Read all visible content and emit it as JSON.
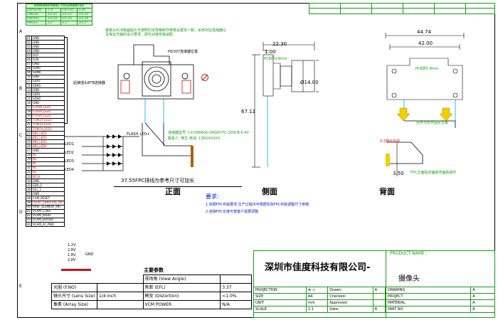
{
  "tolerance": {
    "title": "DIMENSIONAL TOLERANCES",
    "header": [
      "DIVISION",
      "< 6",
      ">6<30",
      ">30"
    ],
    "rows": [
      [
        "LINEAR",
        "±0.05",
        "±0.10",
        "±0.20"
      ],
      [
        "RADIUS",
        "±0.10",
        "±0.20",
        "±0.30"
      ],
      [
        "ANGLE",
        "±2°",
        "±1°",
        "±0.5°"
      ]
    ]
  },
  "pins": [
    {
      "no": "01",
      "name": "GND"
    },
    {
      "no": "02",
      "name": "GND"
    },
    {
      "no": "03",
      "name": "GND"
    },
    {
      "no": "04",
      "name": "GND"
    },
    {
      "no": "05",
      "name": "SCP"
    },
    {
      "no": "06",
      "name": "SCN"
    },
    {
      "no": "07",
      "name": "GND"
    },
    {
      "no": "08",
      "name": "SDP0"
    },
    {
      "no": "09",
      "name": "SDN0"
    },
    {
      "no": "10",
      "name": "GND"
    },
    {
      "no": "11",
      "name": "SDP1"
    },
    {
      "no": "12",
      "name": "SDN1"
    },
    {
      "no": "13",
      "name": "GND"
    },
    {
      "no": "14",
      "name": "SDP2"
    },
    {
      "no": "15",
      "name": "SDN2"
    },
    {
      "no": "16",
      "name": "GND"
    },
    {
      "no": "17",
      "name": "FLASH_LED1"
    },
    {
      "no": "18",
      "name": "FLASH_LED2"
    },
    {
      "no": "19",
      "name": "FLASH_LED3"
    },
    {
      "no": "20",
      "name": "TORCH_LED1"
    },
    {
      "no": "21",
      "name": "TORCH_LED2"
    },
    {
      "no": "22",
      "name": "TORCH_LED3"
    },
    {
      "no": "23",
      "name": "IND_LED1"
    },
    {
      "no": "24",
      "name": "IND_LED2"
    },
    {
      "no": "25",
      "name": "IND_LED3"
    },
    {
      "no": "26",
      "name": "IND_LED4"
    },
    {
      "no": "27",
      "name": "GND"
    },
    {
      "no": "28",
      "name": "NC"
    },
    {
      "no": "29",
      "name": "NC"
    },
    {
      "no": "30",
      "name": "NC"
    },
    {
      "no": "31",
      "name": "NC"
    },
    {
      "no": "32",
      "name": "NC"
    },
    {
      "no": "33",
      "name": "NCLK"
    },
    {
      "no": "34",
      "name": "GND"
    },
    {
      "no": "35",
      "name": "SDA_1"
    },
    {
      "no": "36",
      "name": "SCL_1"
    },
    {
      "no": "37",
      "name": "GND"
    },
    {
      "no": "38",
      "name": "CAM_RESET"
    },
    {
      "no": "39",
      "name": "LIGHT_SENSITIVE_INT"
    },
    {
      "no": "40",
      "name": "VREF_ELEMENT_INT"
    },
    {
      "no": "41",
      "name": "VCAM_CORE"
    },
    {
      "no": "42",
      "name": "VCAM_AVDD"
    },
    {
      "no": "43",
      "name": "VCAM_DOVDD"
    },
    {
      "no": "44",
      "name": "VCAM_AF_PWR"
    }
  ],
  "pin_voltages": [
    "1.2V",
    "2.8V",
    "1.8V",
    "2.8V"
  ],
  "gnd_label": "GND",
  "annotations": {
    "top_note": "摄像头PCB板面贴片可按照约定规格制作参数设置完一致，采用对应连接器以及保证光轴的设计要求，即可对接安装适配",
    "back_connector": "后接插头BTB连接器",
    "front_part": "HD307连接器位置",
    "fpc_spec": "连接器型号: CX-05B40G-04S05-FC-10XCB-0.4V",
    "fpc_spec2": "联系人: 黄生 电话: 136XXXXXX",
    "fpc_length": "37.55FPC排线为参考尺寸可加长",
    "side_pcb": "PCB厚0.8mm",
    "back_pcb": "PCB厚0.8mm",
    "back_note1": "自然弯折并固定位置",
    "back_note2": "0.2钢片补强",
    "back_note3": "FPC正面贴双面胶背面贴组件"
  },
  "led_labels": [
    "FLASH_LED+",
    "LED1",
    "LED2",
    "LED3",
    "LED4"
  ],
  "views": {
    "front": "正面",
    "side": "侧面",
    "back": "背面"
  },
  "dimensions": {
    "side_width": "22.30",
    "side_step": "1.00",
    "side_diameter": "Ø14.00",
    "side_height": "67.11",
    "back_width_outer": "44.74",
    "back_width_inner": "42.00",
    "back_tail": "3.50"
  },
  "notes": {
    "title": "要求:",
    "lines": [
      "1.依据FPC布版要求,生产过程中可根据实际FPC布版调整尺寸参数;",
      "2.连接FPC长度可按客户需要调整"
    ]
  },
  "spec": {
    "title": "主要参数",
    "rows": [
      [
        "",
        "",
        "视场角 (View Angle)",
        ""
      ],
      [
        "光圈 (F.NO)",
        "",
        "焦距 (EFL)",
        "3.37"
      ],
      [
        "镜头尺寸 (Lens Size)",
        "1/4 inch",
        "畸变 (Distortion)",
        "<1.0%"
      ],
      [
        "像素 (Array Size)",
        "",
        "VCM POWER",
        "N/A"
      ]
    ]
  },
  "company": "深圳市佳度科技有限公司-",
  "product": {
    "label": "PRODUCT NAME :",
    "name": "摄像头",
    "rows": [
      [
        "DRAWING",
        "A"
      ],
      [
        "PROJECT",
        "A"
      ],
      [
        "MATERIAL",
        "A"
      ],
      [
        "PART NO",
        "A"
      ]
    ]
  },
  "approval": {
    "rows": [
      [
        "PROJECTION",
        "⊕ ◁",
        "Drawn:",
        "A"
      ],
      [
        "SIZE",
        "A4",
        "Checked:",
        ""
      ],
      [
        "UNIT",
        "mm",
        "Approved:",
        ""
      ],
      [
        "SCALE",
        "1:1",
        "Date:",
        "A"
      ]
    ]
  },
  "colors": {
    "green": "#1a9a1a",
    "red": "#d01010",
    "blue": "#1020c0",
    "yellow": "#f0d000"
  }
}
